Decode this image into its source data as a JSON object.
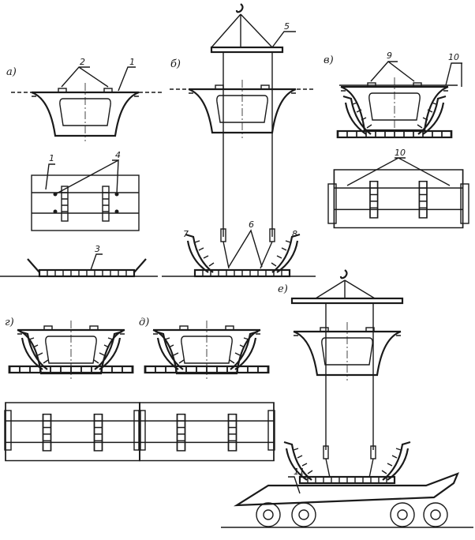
{
  "panels": {
    "a": "а)",
    "b": "б)",
    "v": "в)",
    "g": "г)",
    "d": "д)",
    "e": "е)"
  },
  "callouts": {
    "a_1": "1",
    "a_2": "2",
    "a_plan_1": "1",
    "a_4": "4",
    "a_3": "3",
    "b_5": "5",
    "b_6": "6",
    "b_7": "7",
    "b_8": "8",
    "v_9": "9",
    "v_10": "10",
    "v_plan_10": "10",
    "e_11": "11"
  }
}
